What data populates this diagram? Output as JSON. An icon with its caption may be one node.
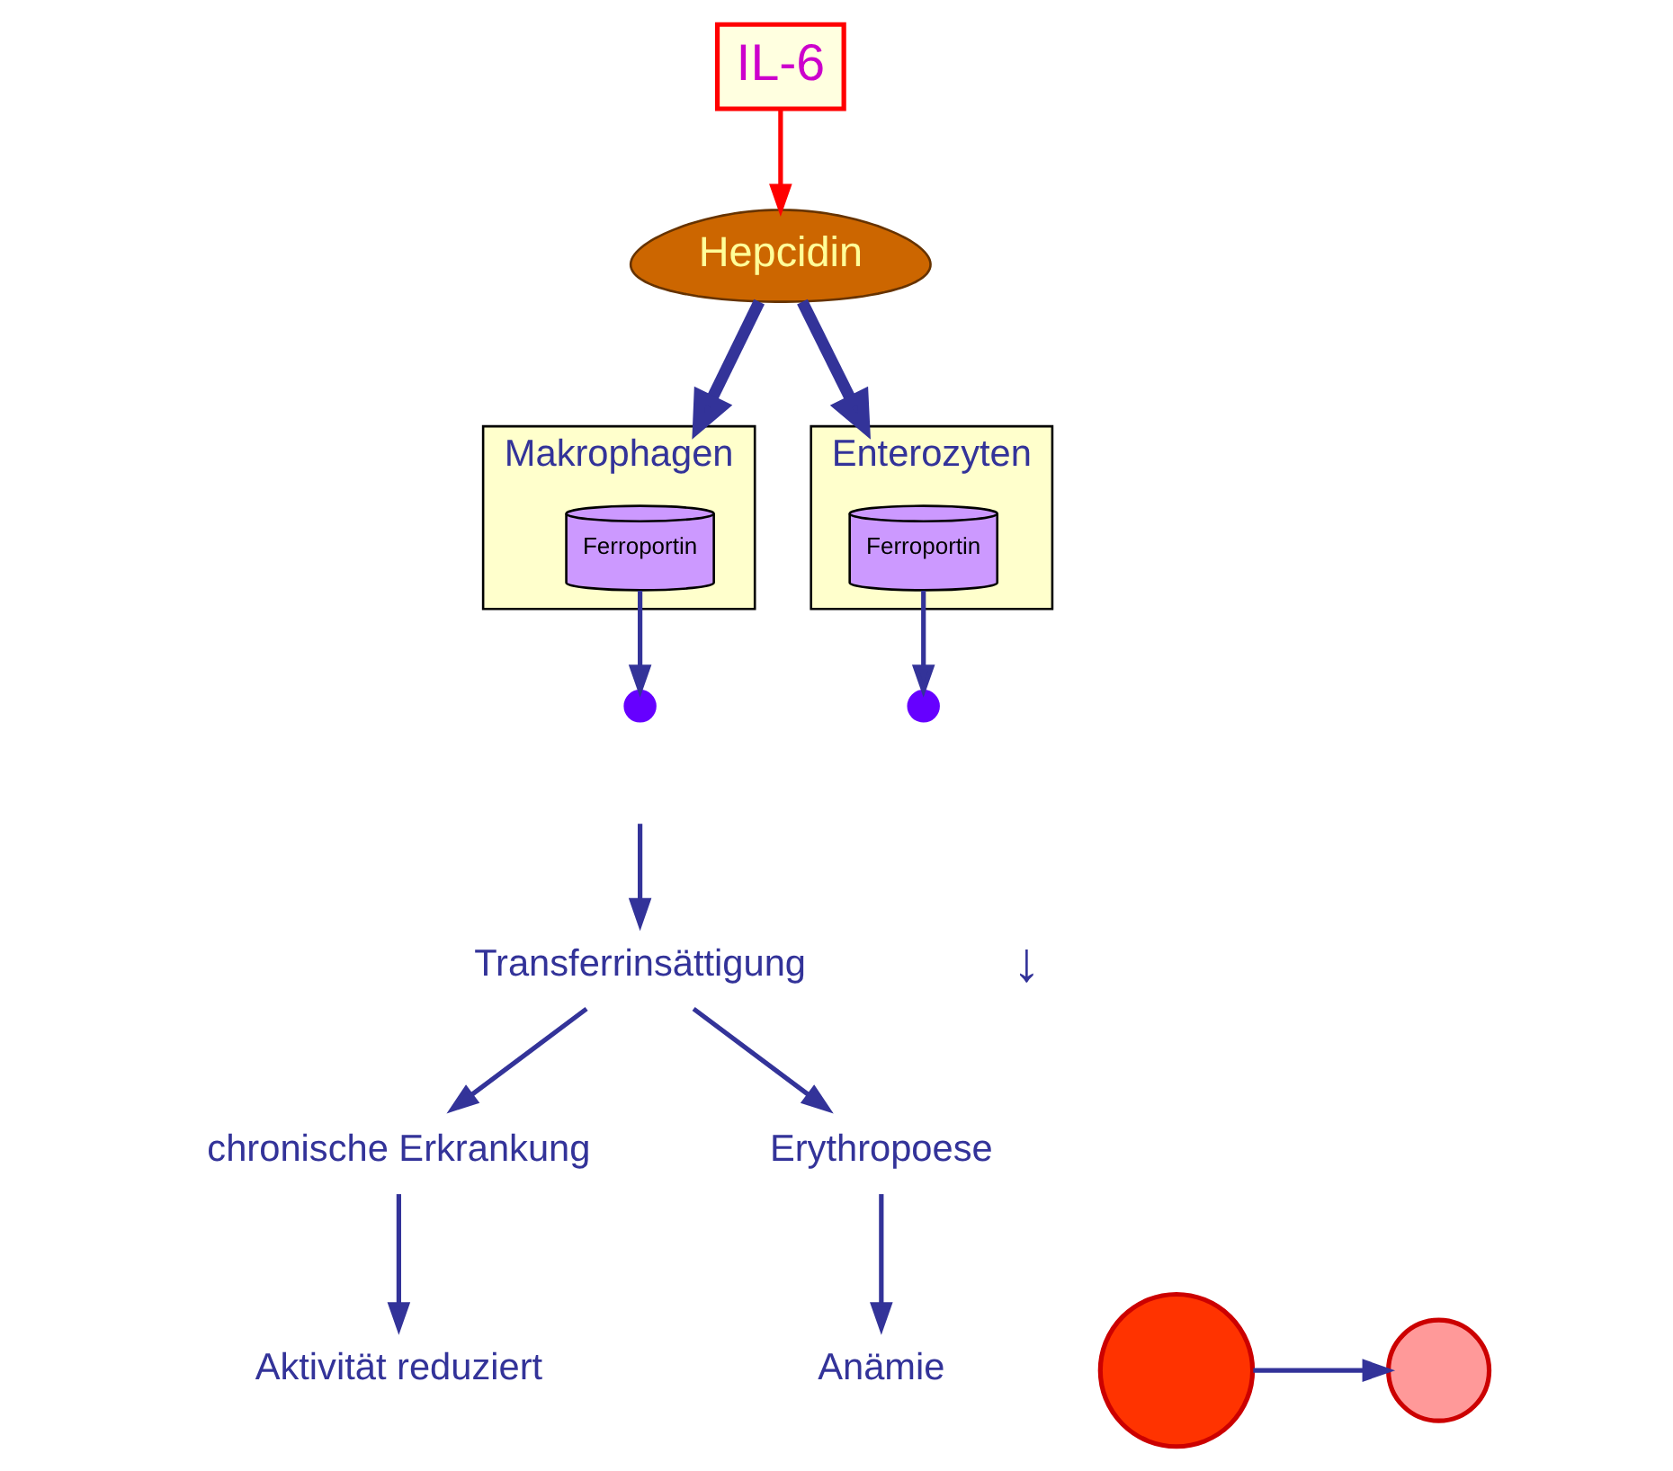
{
  "diagram": {
    "nodes": [
      {
        "text": [
          "IL-6"
        ]
      },
      {
        "text": [
          "Hepcidin"
        ]
      },
      {
        "text": [
          "Makrophagen"
        ]
      },
      {
        "text": [
          "Ferroportin"
        ],
        "in": 2
      },
      {
        "text": [
          "Enterozyten"
        ]
      },
      {
        "text": [
          "Ferroportin"
        ],
        "in": 4
      },
      {
        "text": [],
        "shape": "circle"
      },
      {
        "text": [],
        "shape": "circle"
      },
      {
        "text": [
          "Transferrinsättigung"
        ],
        "beside": [
          "↓"
        ]
      },
      {
        "text": [
          "chronische Erkrankung"
        ]
      },
      {
        "text": [
          "Aktivität reduziert"
        ]
      },
      {
        "text": [
          "Erythropoese"
        ]
      },
      {
        "text": [
          "Anämie"
        ]
      },
      {
        "text": [],
        "shape": "circle"
      },
      {
        "text": [],
        "shape": "circle"
      }
    ],
    "edges": [
      {
        "from": 0,
        "to": 1,
        "arrow": "to",
        "color": "#ff0000"
      },
      {
        "from": 1,
        "to": 2,
        "arrow": "to",
        "style": "thick"
      },
      {
        "from": 1,
        "to": 4,
        "arrow": "to",
        "style": "thick"
      },
      {
        "from": 3,
        "to": 6,
        "arrow": "to"
      },
      {
        "from": 5,
        "to": 7,
        "arrow": "to"
      },
      {
        "from": null,
        "to": 8,
        "arrow": "to"
      },
      {
        "from": 8,
        "to": 9,
        "arrow": "to"
      },
      {
        "from": 8,
        "to": 11,
        "arrow": "to"
      },
      {
        "from": 9,
        "to": 10,
        "arrow": "to"
      },
      {
        "from": 11,
        "to": 12,
        "arrow": "to"
      },
      {
        "from": 13,
        "to": 14,
        "arrow": "to"
      }
    ]
  }
}
